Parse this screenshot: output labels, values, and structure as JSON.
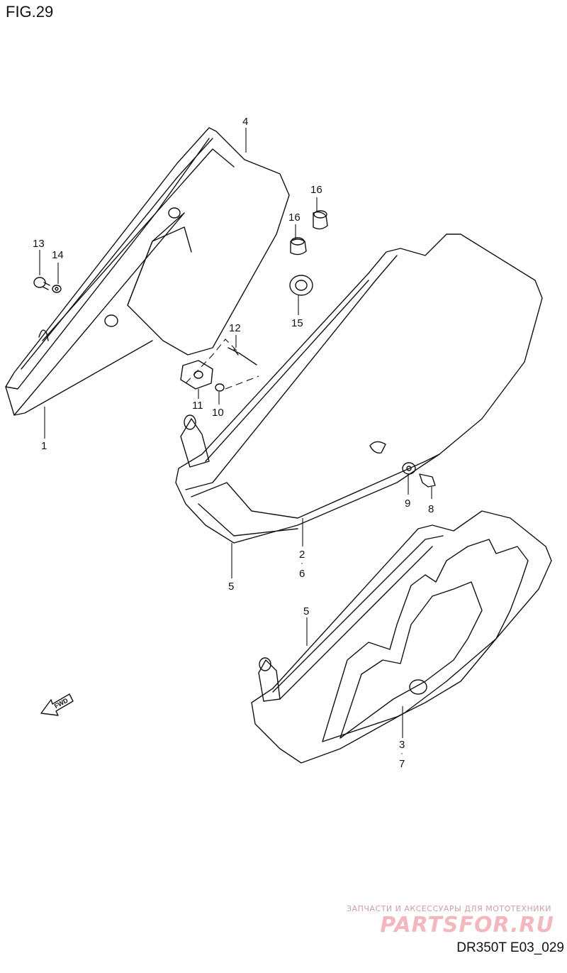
{
  "figure_title": "FIG.29",
  "footer_code": "DR350T E03_029",
  "watermark": {
    "tagline": "ЗАПЧАСТИ И АКСЕССУАРЫ ДЛЯ МОТОТЕХНИКИ",
    "logo_text": "PARTSFOR.RU"
  },
  "fwd_label": "FWD",
  "part_labels": {
    "p1": "1",
    "p2": "2",
    "p3": "3",
    "p4": "4",
    "p5a": "5",
    "p5b": "5",
    "p6": "6",
    "p7": "7",
    "p8": "8",
    "p9": "9",
    "p10": "10",
    "p11": "11",
    "p12": "12",
    "p13": "13",
    "p14": "14",
    "p15": "15",
    "p16a": "16",
    "p16b": "16"
  },
  "colors": {
    "line": "#111111",
    "background": "#ffffff",
    "watermark": "#f3b8be"
  }
}
